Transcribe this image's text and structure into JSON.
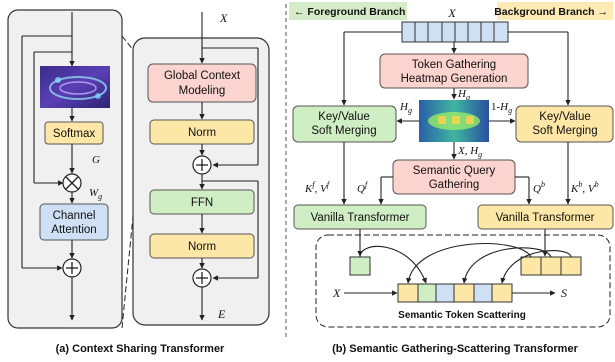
{
  "colors": {
    "yellow": "#fde7a6",
    "pink": "#fbd3cf",
    "green": "#cfeec3",
    "blue": "#cfe0f4",
    "panel_grey": "#f0f0f0",
    "branch_green": "#d6ecc8",
    "branch_yellow": "#fdeab4"
  },
  "left_panel": {
    "softmax": "Softmax",
    "g_label": "G",
    "wg_label": "W",
    "wg_sub": "g",
    "channel_attention_1": "Channel",
    "channel_attention_2": "Attention",
    "caption": "(a) Context Sharing Transformer"
  },
  "mid_panel": {
    "x_label": "X",
    "gcm_1": "Global Context",
    "gcm_2": "Modeling",
    "norm_1": "Norm",
    "ffn": "FFN",
    "norm_2": "Norm",
    "e_label": "E"
  },
  "right_panel": {
    "foreground_branch": "← Foreground Branch",
    "background_branch": "Background Branch →",
    "x_label": "X",
    "token_gathering_1": "Token Gathering",
    "token_gathering_2": "Heatmap Generation",
    "hg_top": "H",
    "hg_top_sub": "g",
    "hg_left": "H",
    "hg_left_sub": "g",
    "hg_right_prefix": "1-",
    "hg_right": "H",
    "hg_right_sub": "g",
    "kv_left_1": "Key/Value",
    "kv_left_2": "Soft Merging",
    "kv_right_1": "Key/Value",
    "kv_right_2": "Soft Merging",
    "x_hg": "X, H",
    "x_hg_sub": "g",
    "sqg_1": "Semantic Query",
    "sqg_2": "Gathering",
    "kf_vf": "K",
    "kf_sup": "f",
    "vf": ", V",
    "vf_sup": "f",
    "qf": "Q",
    "qf_sup": "f",
    "qb": "Q",
    "qb_sup": "b",
    "kb_vb": "K",
    "kb_sup": "b",
    "vb": ", V",
    "vb_sup": "b",
    "vanilla_left": "Vanilla Transformer",
    "vanilla_right": "Vanilla Transformer",
    "scatter_x": "X",
    "scatter_s": "S",
    "scattering": "Semantic Token Scattering",
    "caption": "(b) Semantic Gathering-Scattering Transformer"
  }
}
